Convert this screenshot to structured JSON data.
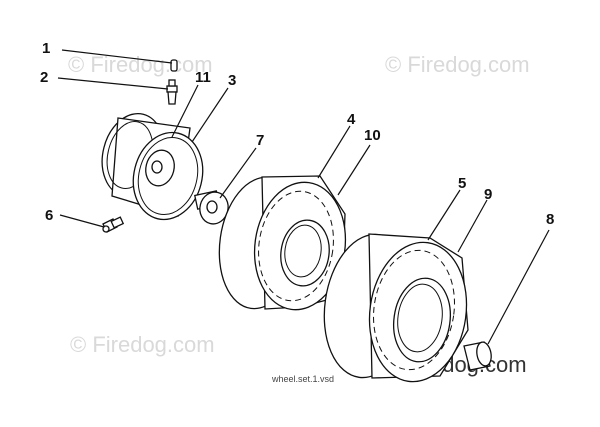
{
  "callouts": [
    {
      "id": "1",
      "label": "1"
    },
    {
      "id": "2",
      "label": "2"
    },
    {
      "id": "3",
      "label": "3"
    },
    {
      "id": "4",
      "label": "4"
    },
    {
      "id": "5",
      "label": "5"
    },
    {
      "id": "6",
      "label": "6"
    },
    {
      "id": "7",
      "label": "7"
    },
    {
      "id": "8",
      "label": "8"
    },
    {
      "id": "9",
      "label": "9"
    },
    {
      "id": "10",
      "label": "10"
    },
    {
      "id": "11",
      "label": "11"
    }
  ],
  "watermarks": [
    {
      "text": "© Firedog.com"
    },
    {
      "text": "© Firedog.com"
    },
    {
      "text": "© Firedog.com"
    },
    {
      "text": "© Firedog.com"
    }
  ],
  "caption": "wheel.set.1.vsd"
}
